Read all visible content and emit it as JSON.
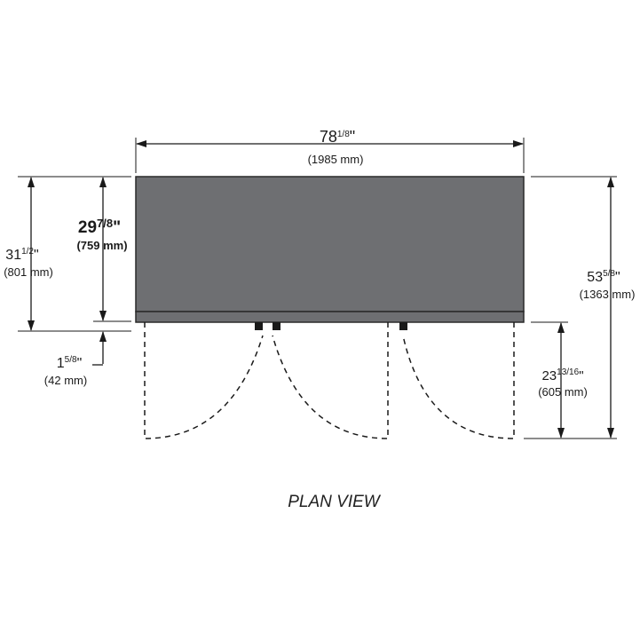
{
  "caption": "PLAN VIEW",
  "colors": {
    "cabinet": "#6e6f72",
    "line": "#1a1a1a"
  },
  "dimensions": {
    "width": {
      "whole": "78",
      "frac": "1/8",
      "metric": "(1985 mm)"
    },
    "depth_total": {
      "whole": "31",
      "frac": "1/2",
      "metric": "(801 mm)"
    },
    "depth_body": {
      "whole": "29",
      "frac": "7/8",
      "metric": "(759 mm)"
    },
    "door_offset": {
      "whole": "1",
      "frac": "5/8",
      "metric": "(42 mm)"
    },
    "depth_open": {
      "whole": "53",
      "frac": "5/8",
      "metric": "(1363 mm)"
    },
    "door_swing": {
      "whole": "23",
      "frac": "13/16",
      "metric": "(605 mm)"
    }
  }
}
